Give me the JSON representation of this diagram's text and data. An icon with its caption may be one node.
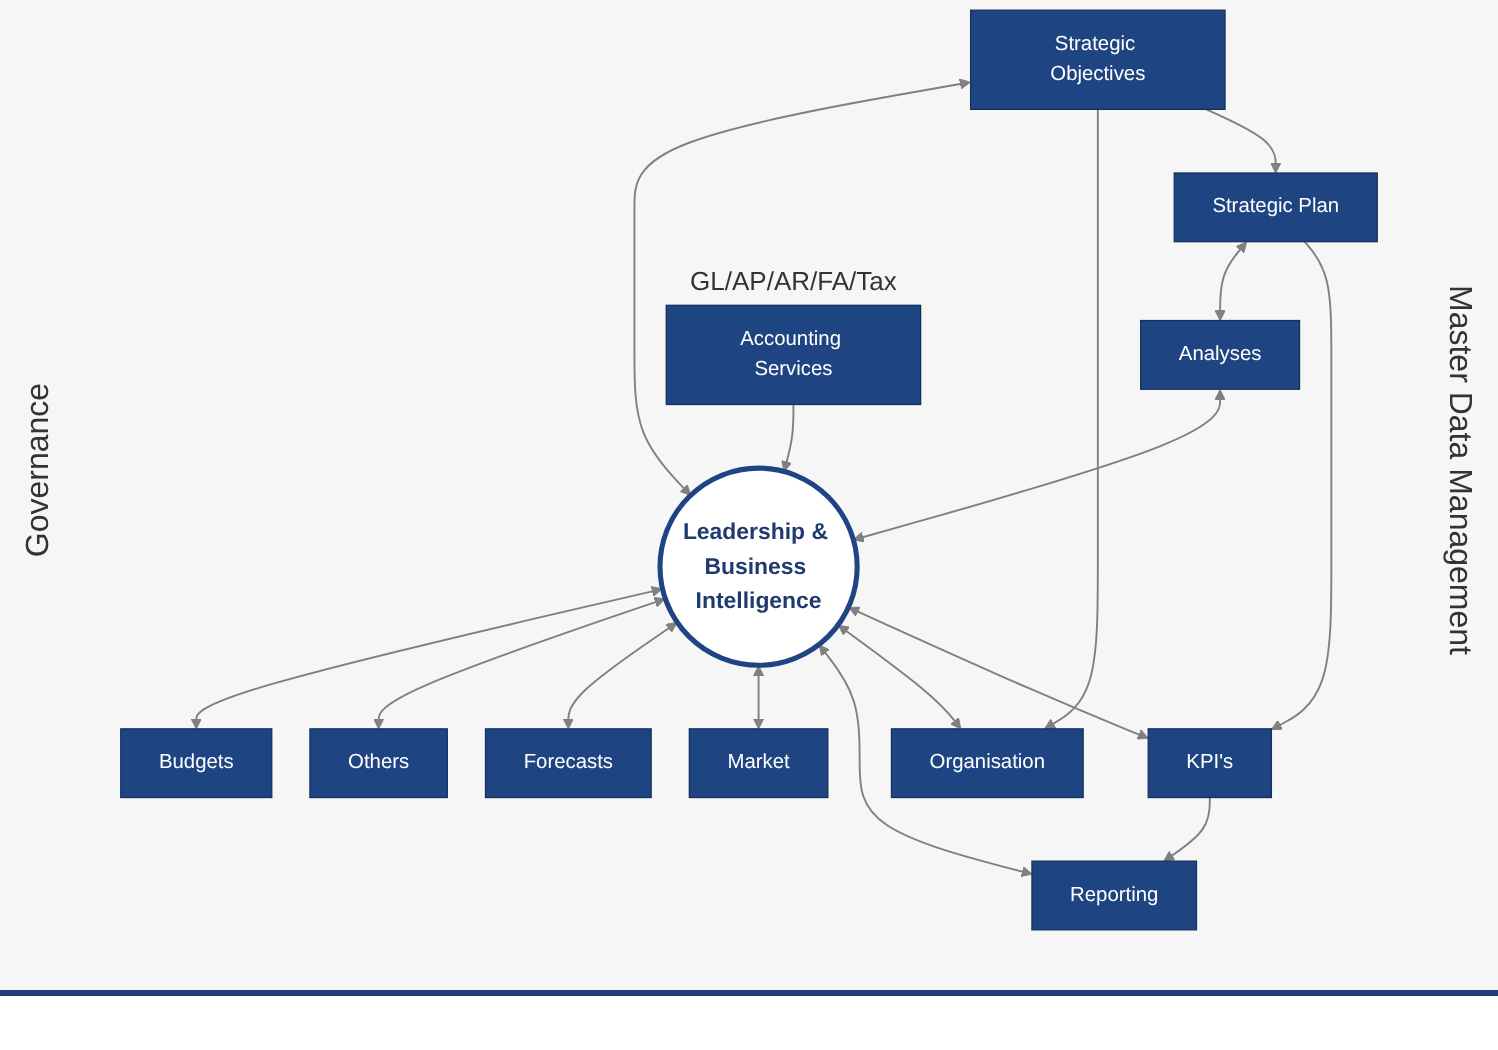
{
  "diagram": {
    "nodes": [
      {
        "text": [
          "Strategic Objectives"
        ]
      },
      {
        "text": [
          "Strategic Plan"
        ]
      },
      {
        "text": [
          "KPI's"
        ]
      },
      {
        "text": [
          "Analyses"
        ]
      },
      {
        "text": [
          "Organisation"
        ]
      },
      {
        "text": [
          "Leadership & Business Intelligence"
        ]
      },
      {
        "text": [
          "Reporting"
        ]
      },
      {
        "text": [
          "Market"
        ]
      },
      {
        "text": [
          "Forecasts"
        ]
      },
      {
        "text": [
          "Others"
        ]
      },
      {
        "text": [
          "Budgets"
        ]
      },
      {
        "text": [
          "Accounting Services"
        ],
        "beside": [
          "GL/AP/AR/FA/Tax"
        ]
      }
    ],
    "edges": [
      {
        "from": 0,
        "to": 1,
        "arrow": "to"
      },
      {
        "from": 1,
        "to": 2,
        "arrow": "to"
      },
      {
        "from": 0,
        "to": 4,
        "arrow": "to"
      },
      {
        "from": 2,
        "to": 6,
        "arrow": "to"
      },
      {
        "from": 1,
        "to": 3,
        "arrow": "both"
      },
      {
        "from": 0,
        "to": 5,
        "arrow": "both"
      },
      {
        "from": 3,
        "to": 5,
        "arrow": "both"
      },
      {
        "from": 5,
        "to": 2,
        "arrow": "both"
      },
      {
        "from": 5,
        "to": 4,
        "arrow": "both"
      },
      {
        "from": 5,
        "to": 6,
        "arrow": "both"
      },
      {
        "from": 5,
        "to": 7,
        "arrow": "both"
      },
      {
        "from": 5,
        "to": 8,
        "arrow": "both"
      },
      {
        "from": 5,
        "to": 9,
        "arrow": "both"
      },
      {
        "from": 5,
        "to": 10,
        "arrow": "both"
      },
      {
        "from": 11,
        "to": 5,
        "arrow": "to"
      }
    ],
    "labels": [
      "Governance",
      "Master Data Management"
    ]
  }
}
